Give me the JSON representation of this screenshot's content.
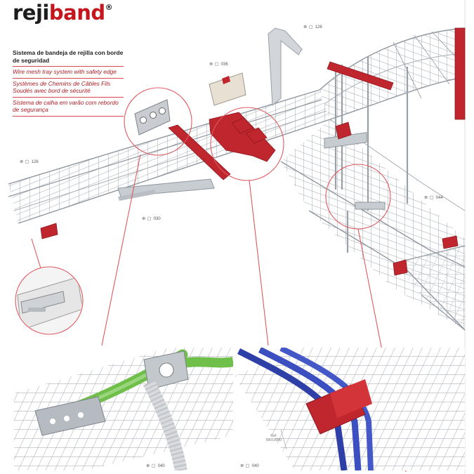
{
  "brand": {
    "part1": "reji",
    "part2": "band",
    "reg": "®"
  },
  "titles": {
    "es": "Sistema de bandeja de rejilla con borde de seguridad",
    "en": "Wire mesh tray system with safety edge",
    "fr": "Systèmes de Chemins de Câbles Fils Soudés avec bord de sécurité",
    "pt": "Sistema de calha em varão com rebordo de segurança"
  },
  "refs": [
    {
      "icon": "⊕ ▢",
      "page": "126"
    },
    {
      "icon": "⊕ ▢",
      "page": "036"
    },
    {
      "icon": "⊕ ▢",
      "page": "126"
    },
    {
      "icon": "⊕ ▢",
      "page": "030"
    },
    {
      "icon": "⊕ ▢",
      "page": "044"
    },
    {
      "icon": "⊕ ▢",
      "page": "040"
    },
    {
      "icon": "⊕ ▢",
      "page": "040"
    }
  ],
  "product_ref": {
    "label": "Ref.",
    "code": "89010000"
  },
  "colors": {
    "brand_red": "#c4161c",
    "safety_edge_red": "#c0262d",
    "callout_line": "#e05a60",
    "cable_green": "#6fbf4a",
    "cable_blue": "#3b4fc0"
  }
}
